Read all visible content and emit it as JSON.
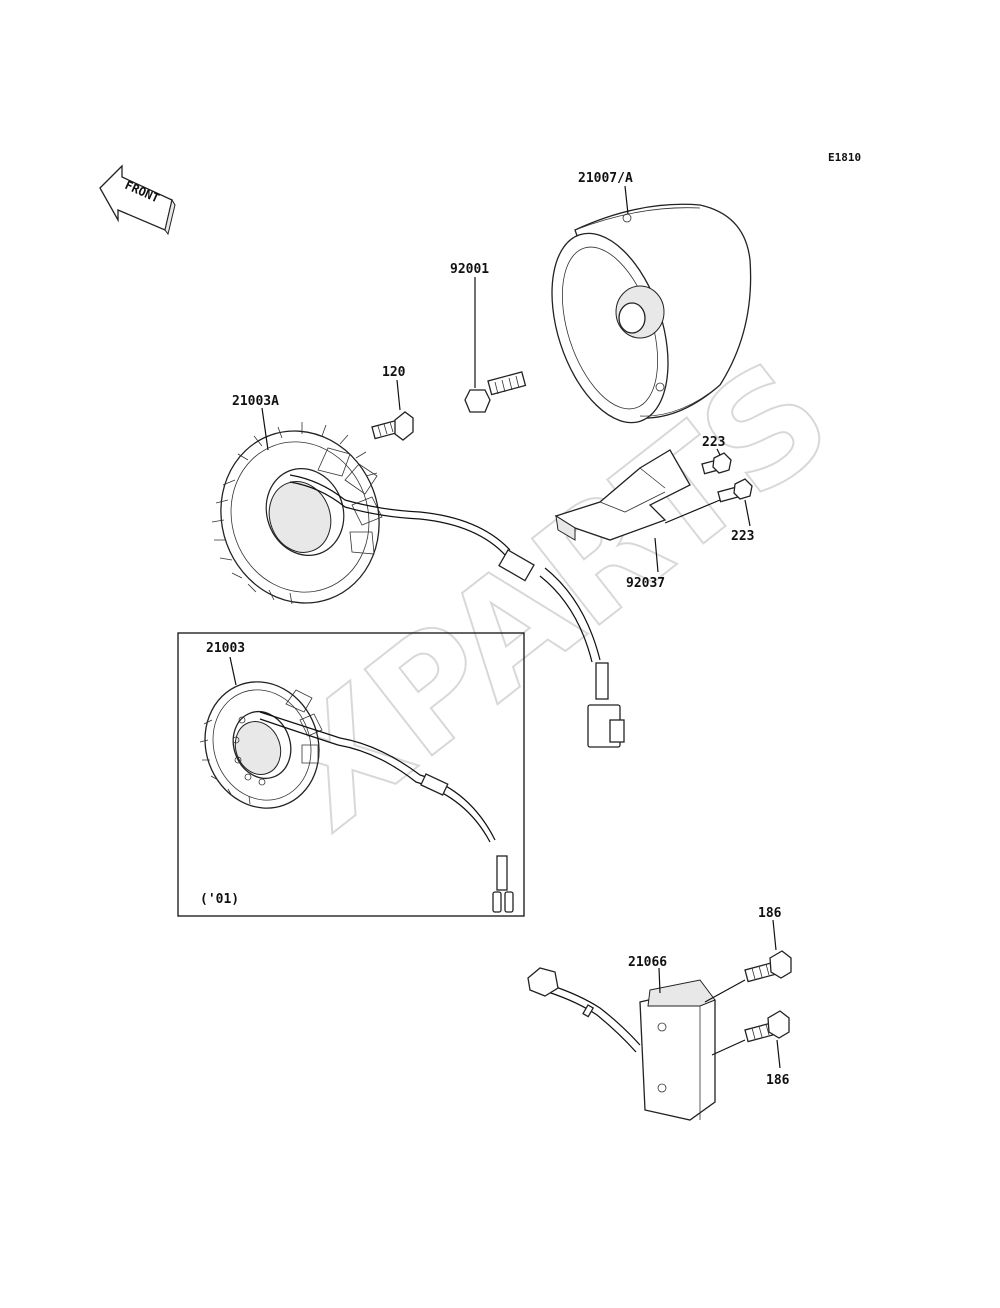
{
  "diagram_code": "E1810",
  "front_arrow_label": "FRONT",
  "watermark": "XPARTS",
  "inset_note": "('01)",
  "parts": {
    "flywheel": "21007/A",
    "flywheel_bolt": "92001",
    "stator_main": "21003A",
    "stator_bolt": "120",
    "bracket_bolt_top": "223",
    "bracket_bolt_bottom": "223",
    "bracket": "92037",
    "stator_inset": "21003",
    "regulator": "21066",
    "regulator_bolt_top": "186",
    "regulator_bolt_bottom": "186"
  }
}
